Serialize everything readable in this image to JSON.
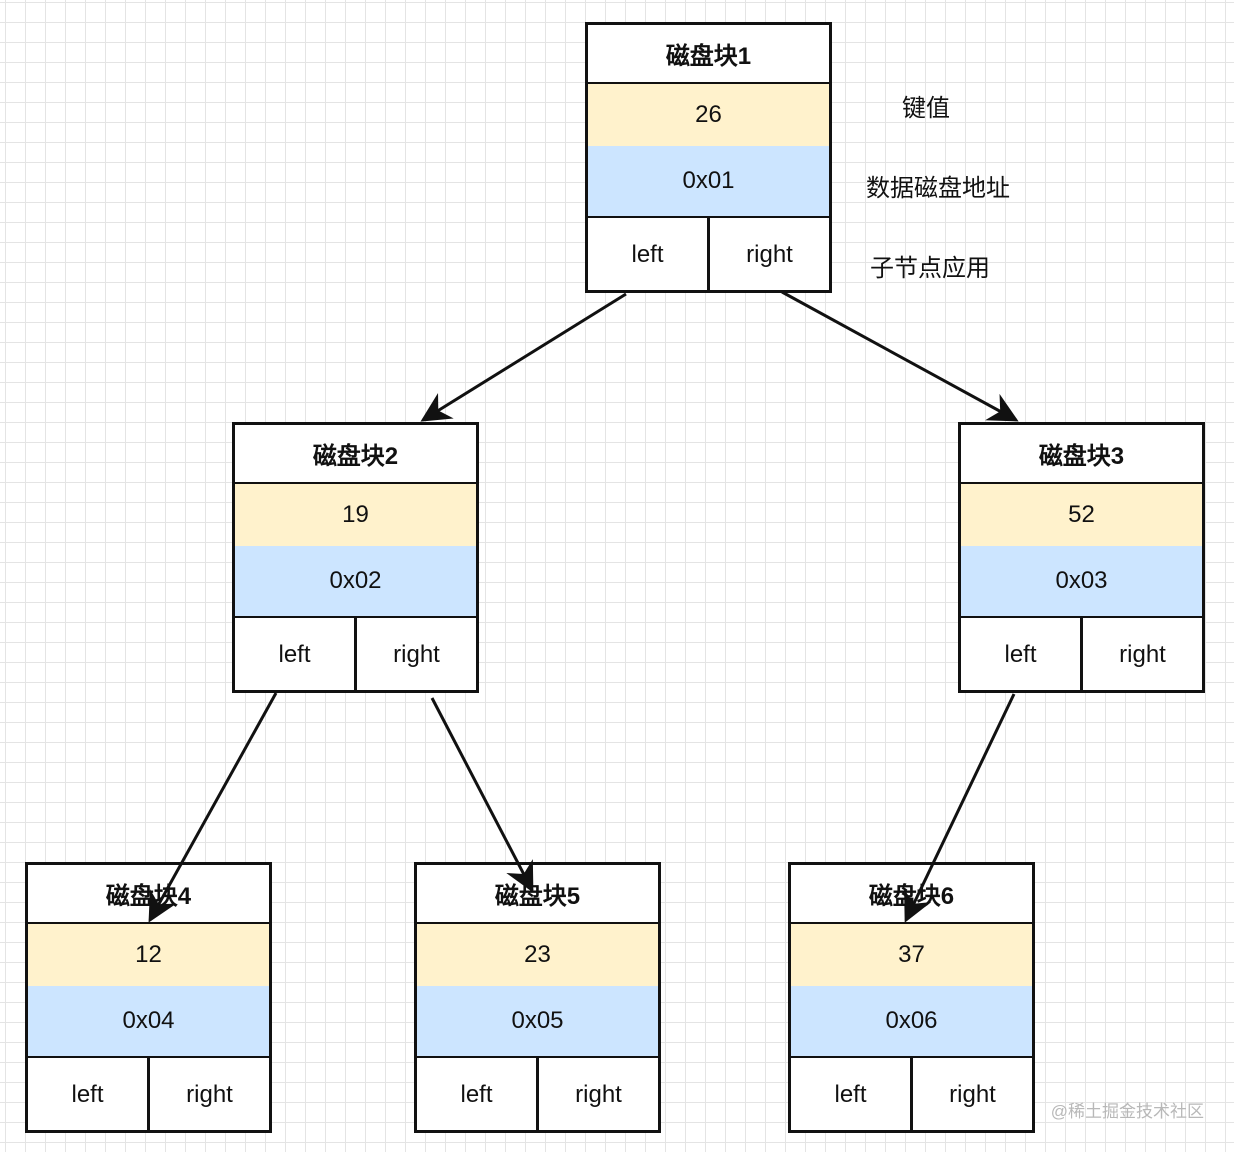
{
  "blocks": [
    {
      "id": 1,
      "title": "磁盘块1",
      "key": "26",
      "address": "0x01",
      "left": "left",
      "right": "right"
    },
    {
      "id": 2,
      "title": "磁盘块2",
      "key": "19",
      "address": "0x02",
      "left": "left",
      "right": "right"
    },
    {
      "id": 3,
      "title": "磁盘块3",
      "key": "52",
      "address": "0x03",
      "left": "left",
      "right": "right"
    },
    {
      "id": 4,
      "title": "磁盘块4",
      "key": "12",
      "address": "0x04",
      "left": "left",
      "right": "right"
    },
    {
      "id": 5,
      "title": "磁盘块5",
      "key": "23",
      "address": "0x05",
      "left": "left",
      "right": "right"
    },
    {
      "id": 6,
      "title": "磁盘块6",
      "key": "37",
      "address": "0x06",
      "left": "left",
      "right": "right"
    }
  ],
  "legend": {
    "key_label": "键值",
    "address_label": "数据磁盘地址",
    "child_label": "子节点应用"
  },
  "edges": [
    {
      "from": 1,
      "to": 2
    },
    {
      "from": 1,
      "to": 3
    },
    {
      "from": 2,
      "to": 4
    },
    {
      "from": 2,
      "to": 5
    },
    {
      "from": 3,
      "to": 6
    }
  ],
  "watermark": "@稀土掘金技术社区"
}
